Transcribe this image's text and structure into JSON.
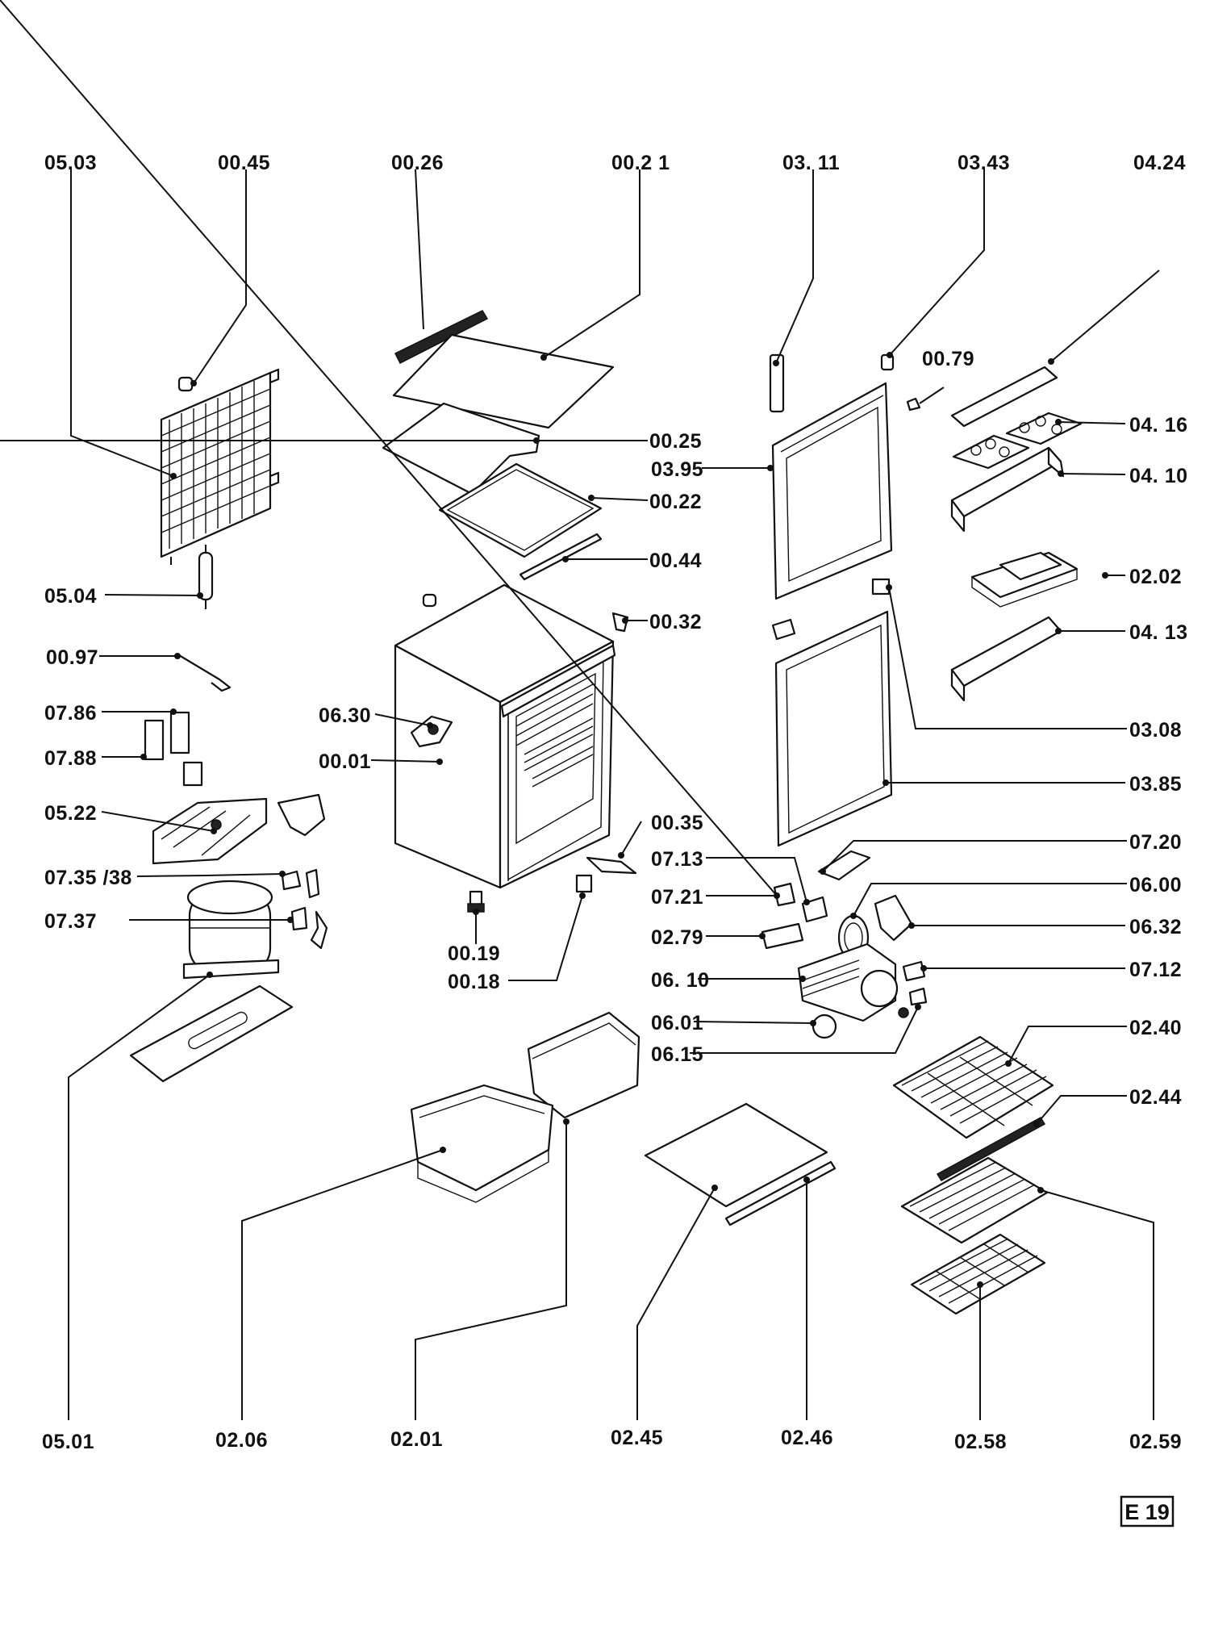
{
  "labels": {
    "l0503": "05.03",
    "l0045": "00.45",
    "l0026": "00.26",
    "l0021": "00.2 1",
    "l0311": "03. 11",
    "l0343": "03.43",
    "l0424": "04.24",
    "l0079": "00.79",
    "l0025": "00.25",
    "l0395": "03.95",
    "l0416": "04. 16",
    "l0022": "00.22",
    "l0410": "04. 10",
    "l0044": "00.44",
    "l0504": "05.04",
    "l0202": "02.02",
    "l0032": "00.32",
    "l0413": "04. 13",
    "l0097": "00.97",
    "l0786": "07.86",
    "l0630": "06.30",
    "l0308": "03.08",
    "l0788": "07.88",
    "l0001": "00.01",
    "l0385": "03.85",
    "l0522": "05.22",
    "l0035": "00.35",
    "l0720": "07.20",
    "l0713": "07.13",
    "l07353": "07.35 /38",
    "l0600": "06.00",
    "l0721": "07.21",
    "l0737": "07.37",
    "l0632": "06.32",
    "l0279": "02.79",
    "l0019": "00.19",
    "l0712": "07.12",
    "l0610": "06. 10",
    "l0018": "00.18",
    "l0601": "06.01",
    "l0240": "02.40",
    "l0615": "06.15",
    "l0244": "02.44",
    "l0501": "05.01",
    "l0206": "02.06",
    "l0201": "02.01",
    "l0245": "02.45",
    "l0246": "02.46",
    "l0258": "02.58",
    "l0259": "02.59"
  },
  "stamp": "E 19"
}
